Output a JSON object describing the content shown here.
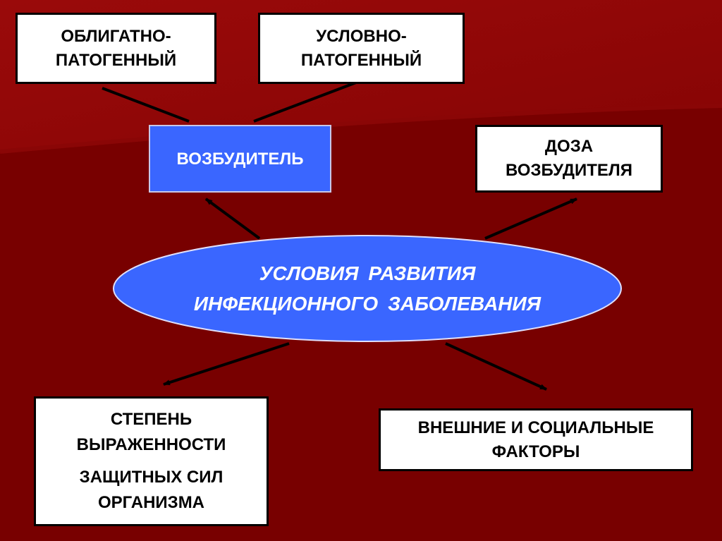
{
  "colors": {
    "background": "#780000",
    "accent_blue": "#3a66ff",
    "box": "#ffffff"
  },
  "nodes": {
    "obligate": [
      "ОБЛИГАТНО-",
      "ПАТОГЕННЫЙ"
    ],
    "conditional": [
      "УСЛОВНО-",
      "ПАТОГЕННЫЙ"
    ],
    "pathogen": "ВОЗБУДИТЕЛЬ",
    "dose": [
      "ДОЗА",
      "ВОЗБУДИТЕЛЯ"
    ],
    "center": [
      "УСЛОВИЯ  РАЗВИТИЯ",
      "ИНФЕКЦИОННОГО  ЗАБОЛЕВАНИЯ"
    ],
    "defense": [
      "СТЕПЕНЬ",
      "ВЫРАЖЕННОСТИ",
      "ЗАЩИТНЫХ  СИЛ",
      "ОРГАНИЗМА"
    ],
    "external": [
      "ВНЕШНИЕ  И  СОЦИАЛЬНЫЕ",
      "ФАКТОРЫ"
    ]
  }
}
